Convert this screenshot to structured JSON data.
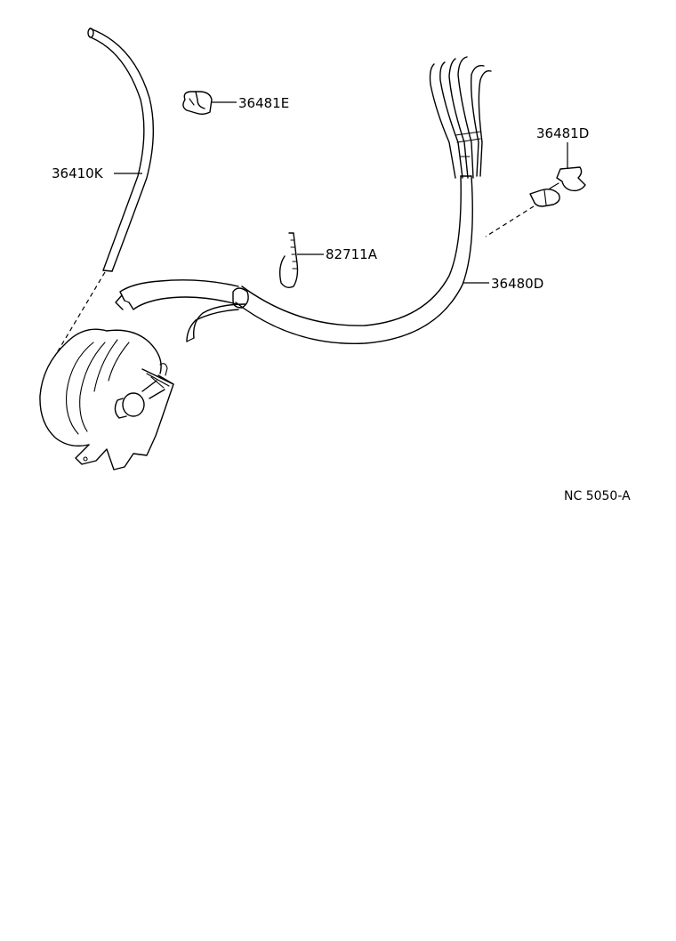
{
  "parts": {
    "label_36410k": "36410K",
    "label_36481e": "36481E",
    "label_36481d": "36481D",
    "label_82711a": "82711A",
    "label_36480d": "36480D"
  },
  "reference": "NC 5050-A"
}
